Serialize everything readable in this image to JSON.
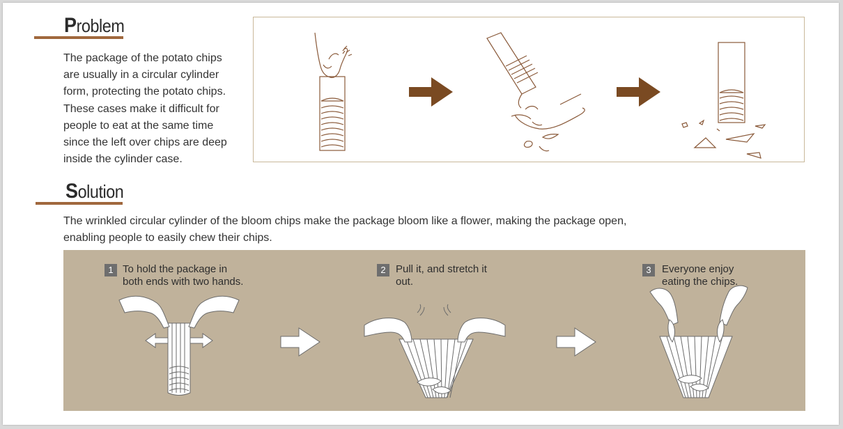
{
  "problem": {
    "heading_cap": "P",
    "heading_rest": "roblem",
    "body": "The package of the potato chips\nare usually in a circular cylinder\nform, protecting the potato chips.\nThese cases make it   difficult for\npeople to eat at the same time\nsince the left over chips are deep\ninside the cylinder case."
  },
  "solution": {
    "heading_cap": "S",
    "heading_rest": "olution",
    "body": "The wrinkled circular cylinder of the bloom chips make the package bloom like a flower, making the package open,\nenabling people to easily chew their chips."
  },
  "steps": [
    {
      "number": "1",
      "label": "To hold the package in\nboth ends with two hands."
    },
    {
      "number": "2",
      "label": "Pull it, and stretch it\nout."
    },
    {
      "number": "3",
      "label": "Everyone enjoy\neating the chips."
    }
  ],
  "colors": {
    "accent": "#a0683d",
    "panel": "#c0b29b",
    "line_art": "#8a5a3a",
    "arrow": "#7a4a22"
  }
}
